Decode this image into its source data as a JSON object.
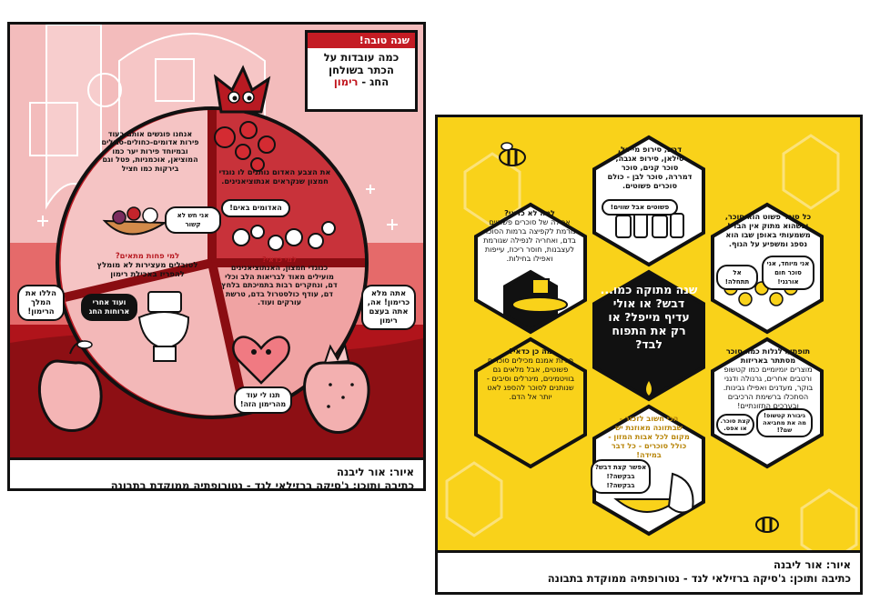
{
  "left_panel": {
    "header_tag": "שנה טובה!",
    "title_line1": "כמה עובדות על",
    "title_line2": "הכתר בשולחן",
    "title_line3_prefix": "החג - ",
    "title_highlight": "רימון",
    "slice_top_right": "את הצבע האדום נותנים לו נוגדי חמצון שנקראים אנתוציאנינים.",
    "bubble_reds": "האדומים באים!",
    "slice_top_left": "אנחנו פוגשים אותם בעוד פירות אדומים-כחולים-סגולים ובמיוחד פירות יער כמו המוציאן, אוכמניות, פטל וגם בירקות כמו חציל",
    "bubble_not_related": "אני חש לא קשור",
    "slice_bottom_left_title": "למי פחות מתאים?",
    "slice_bottom_left": "לסובלים מעצירות לא מומלץ להפריז באכילת רימון",
    "bubble_after_meals": "ועוד אחרי ארוחות החג",
    "slice_bottom_right_title": "למי כדאי?",
    "slice_bottom_right": "כנוגדי חמצון, האנתוציאנינים מועילים מאוד לבריאות הלב וכלי דם, ונחקרים רבות בתמיכתם בלחץ דם, עודף כולסטרול בדם, טרשת עורקים ועוד.",
    "bubble_heart": "תנו לי עוד מהרימון הזה!",
    "apple_bubble": "הללו את המלך הרימון!",
    "strawberry_bubble": "אתה מלא כרימון! אה, אתה בעצם רימון",
    "credit_illustration": "איור: אור ליבנה",
    "credit_text": "כתיבה ותוכן: ג'סיקה ברזילאי לנד - נטורופתיה ממוקדת בתבונה"
  },
  "right_panel": {
    "center_text": "שנה מתוקה כמו... דבש? או אולי עדיף מייפל? או רק את התפוח לבד?",
    "hex_top": "דבש, סירופ מייפל, סילאן, סירופ אגבה, סוכר קנים, סוכר דמררה, סוכר לבן - כולם סוכרים פשוטים.",
    "bubble_top": "פשוטים אבל שווים!",
    "hex_top_left_title": "למה לא כדאי?",
    "hex_top_left": "אכילה של סוכרים פשוטים גורמת לקפיצה ברמות הסוכר בדם, ואחריה לנפילה שגורמת לעצבנות, חוסר ריכוז, עייפות ואפילו בחילות.",
    "hex_top_right": "כל סוכר פשוט הוא סוכר, וכשהוא מתוק אין הבדל משמעותי באופן שבו הוא נספג ומשפיע על הגוף.",
    "bubble_start": "אל תתחלה!",
    "bubble_organic": "אני מיוחד, אני סוכר חום אורגני!",
    "hex_bottom_left_title": "מה כן כדאי?",
    "hex_bottom_left": "פירות אמנם מכילים סוכרים פשוטים, אבל מלאים גם בוויטמינים, מינרלים וסיבים - שנותנים לסוכר להספג לאט יותר אל הדם.",
    "hex_bottom_right_title": "תופתעו לגלות כמה סוכר מסתתר באריזות",
    "hex_bottom_right": "מוצרים יומיומיים כמו קטשופ ורטבים אחרים, גרנולה ודגני בוקר, מעדנים ואפילו גבינות. הסתכלו ברשימת הרכיבים ובערכים התזונתיים!",
    "bubble_ketchup": "גיבורת קטשופ! מה את מחביאה שם?!",
    "bubble_sugar": "קצת סוכר. או אפס.",
    "hex_bottom": "הכי חשוב לזכור - שבתזונה מאוזנת יש מקום לכל אבות המזון - כולל סוכרים - כל דבר במידה!",
    "bubble_bottom": "אפשר קצת דבש? בבקשה?! בבקשה?!",
    "credit_illustration": "איור: אור ליבנה",
    "credit_text": "כתיבה ותוכן: ג'סיקה ברזילאי לנד - נטורופתיה ממוקדת בתבונה"
  },
  "colors": {
    "pink_bg": "#f3bcbc",
    "pomegranate_red": "#c41c24",
    "dark_red": "#7a0d12",
    "honey_yellow": "#f9d21a",
    "black": "#111111"
  }
}
